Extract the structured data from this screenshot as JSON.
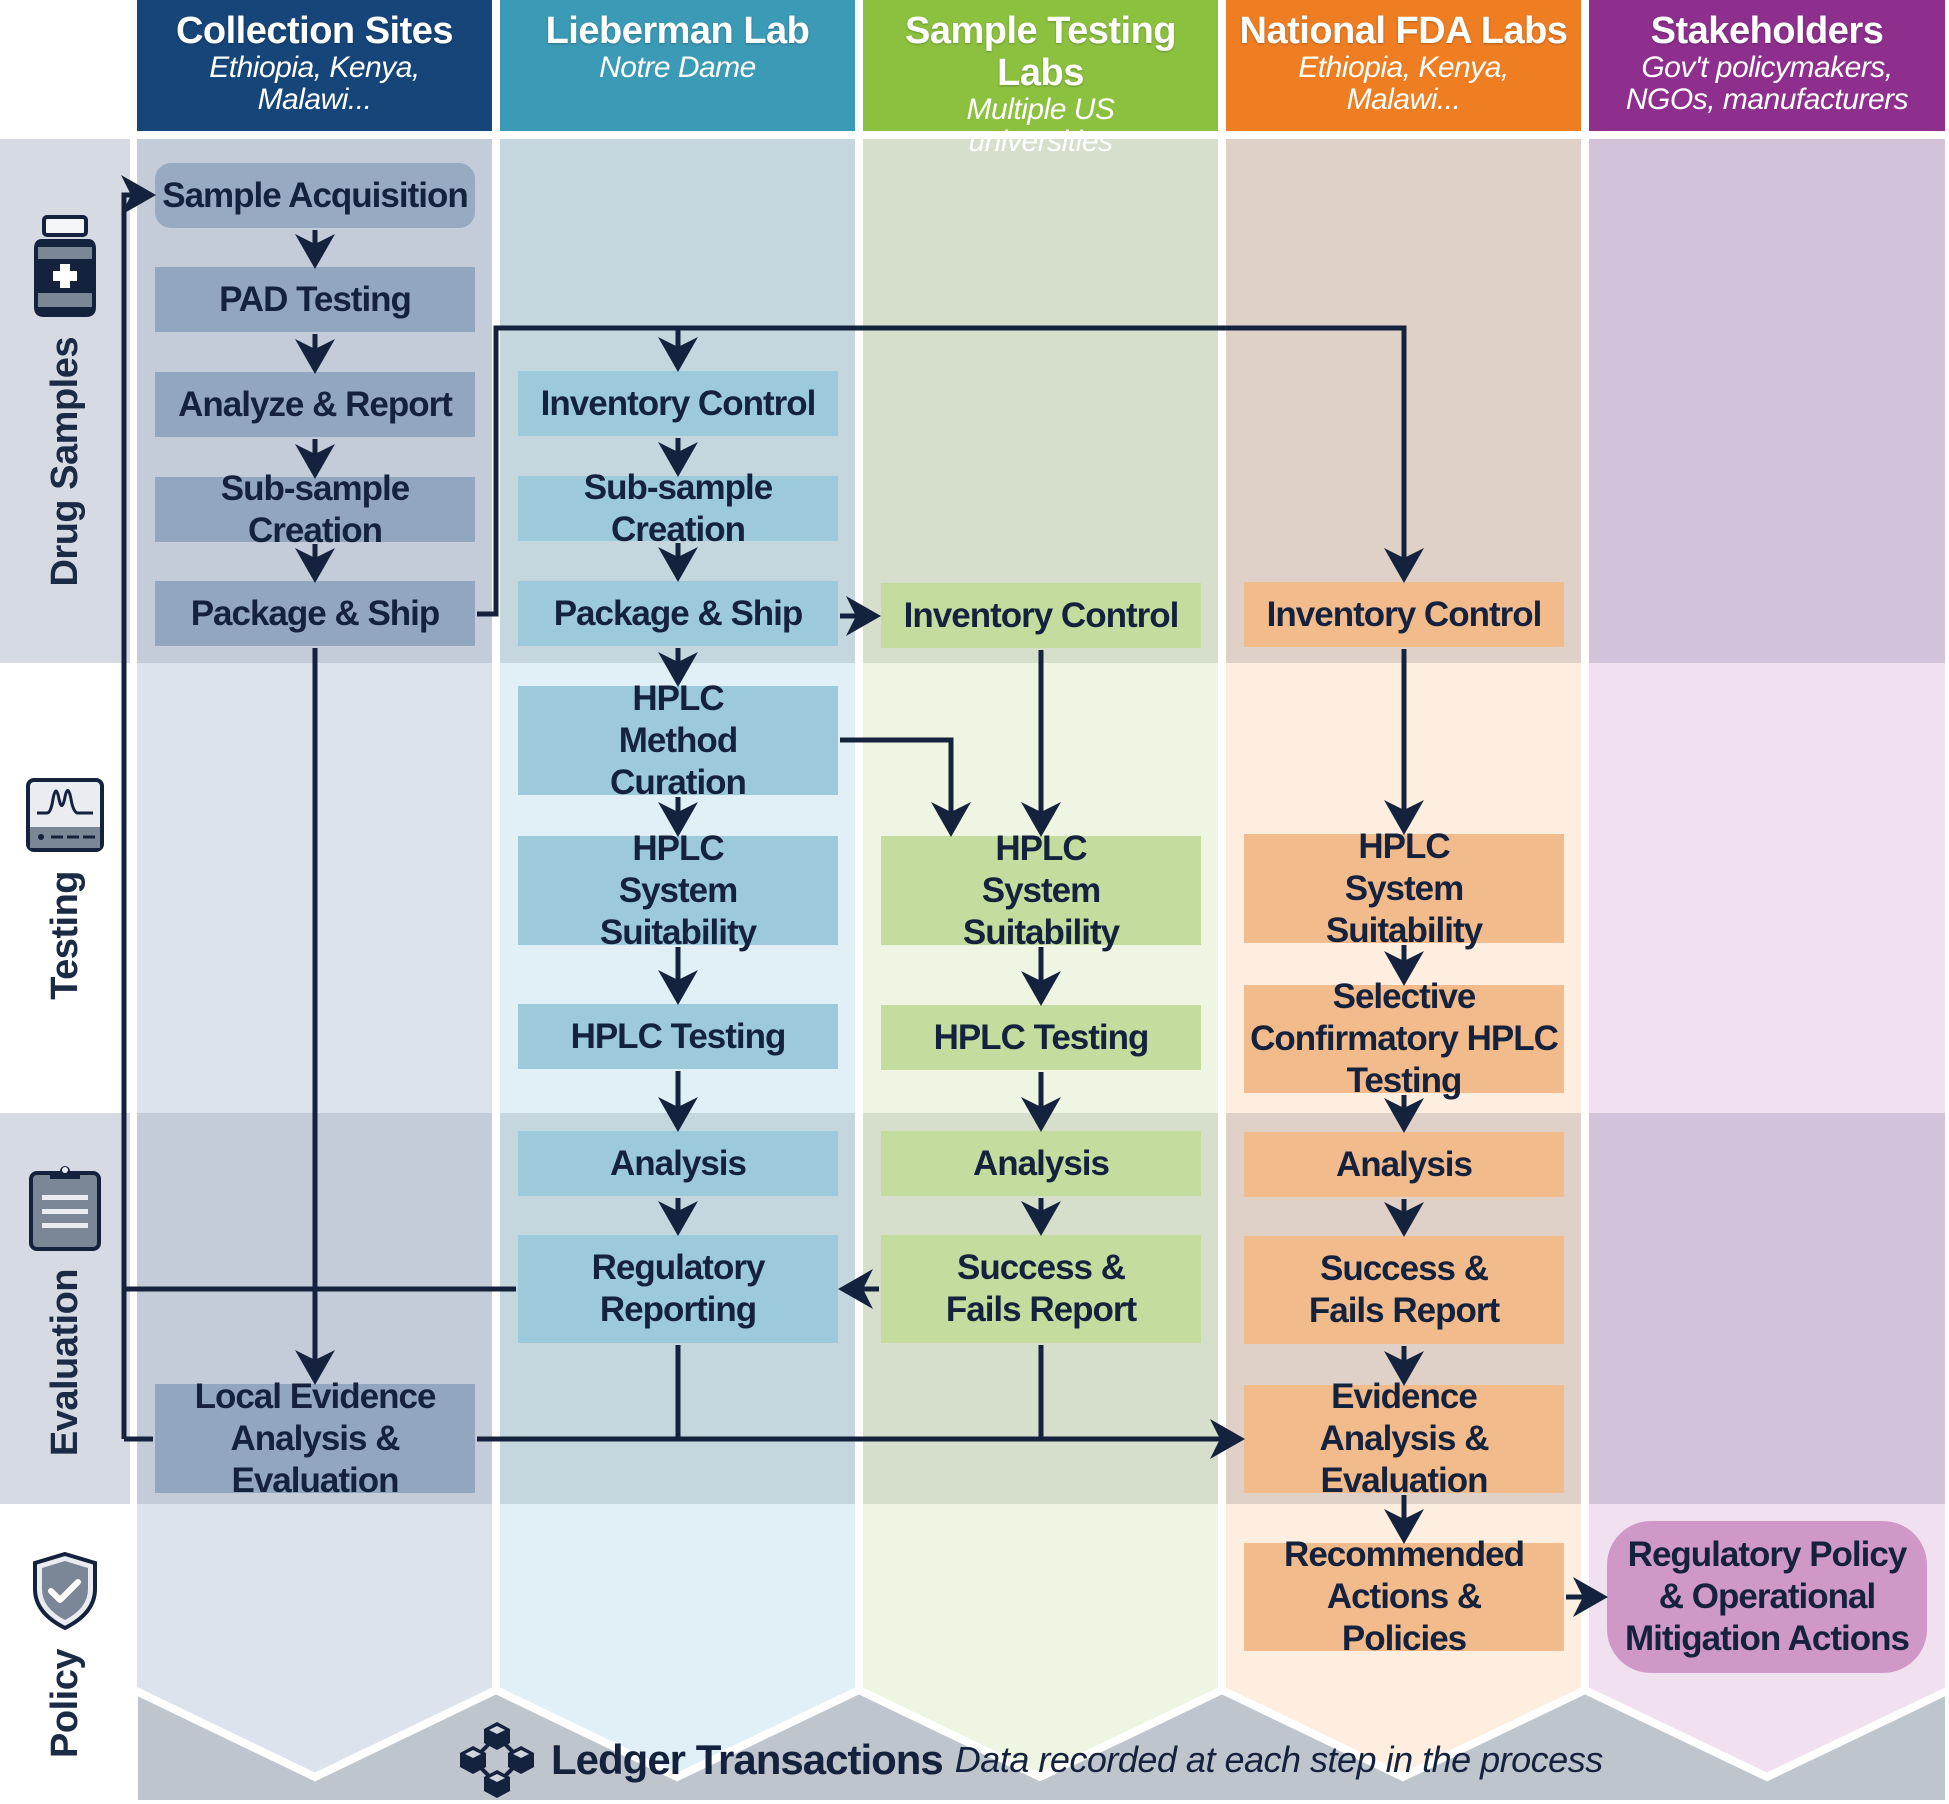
{
  "columns": [
    {
      "id": "cs",
      "title": "Collection Sites",
      "subtitle": "Ethiopia, Kenya, Malawi...",
      "color": "#16457a"
    },
    {
      "id": "ll",
      "title": "Lieberman Lab",
      "subtitle": "Notre Dame",
      "color": "#3b9ab5"
    },
    {
      "id": "stl",
      "title": "Sample Testing Labs",
      "subtitle": "Multiple US universities",
      "color": "#8cc13f"
    },
    {
      "id": "fda",
      "title": "National FDA Labs",
      "subtitle": "Ethiopia, Kenya, Malawi...",
      "color": "#ef7d22"
    },
    {
      "id": "sh",
      "title": "Stakeholders",
      "subtitle": "Gov't policymakers, NGOs, manufacturers",
      "color": "#8e2f8e"
    }
  ],
  "rows": [
    {
      "id": "drug",
      "label": "Drug Samples",
      "icon": "medicine-bottle-icon"
    },
    {
      "id": "test",
      "label": "Testing",
      "icon": "chromatogram-monitor-icon"
    },
    {
      "id": "eval",
      "label": "Evaluation",
      "icon": "clipboard-icon"
    },
    {
      "id": "policy",
      "label": "Policy",
      "icon": "shield-check-icon"
    }
  ],
  "steps": {
    "cs": [
      {
        "id": "cs-acq",
        "label": "Sample Acquisition"
      },
      {
        "id": "cs-pad",
        "label": "PAD Testing"
      },
      {
        "id": "cs-ar",
        "label": "Analyze & Report"
      },
      {
        "id": "cs-sub",
        "label": "Sub-sample Creation"
      },
      {
        "id": "cs-ship",
        "label": "Package & Ship"
      },
      {
        "id": "cs-local",
        "label": "Local Evidence Analysis & Evaluation"
      }
    ],
    "ll": [
      {
        "id": "ll-inv",
        "label": "Inventory Control"
      },
      {
        "id": "ll-sub",
        "label": "Sub-sample Creation"
      },
      {
        "id": "ll-ship",
        "label": "Package & Ship"
      },
      {
        "id": "ll-meth",
        "label": "HPLC Method Curation"
      },
      {
        "id": "ll-sys",
        "label": "HPLC System Suitability"
      },
      {
        "id": "ll-test",
        "label": "HPLC Testing"
      },
      {
        "id": "ll-an",
        "label": "Analysis"
      },
      {
        "id": "ll-reg",
        "label": "Regulatory Reporting"
      }
    ],
    "stl": [
      {
        "id": "stl-inv",
        "label": "Inventory Control"
      },
      {
        "id": "stl-sys",
        "label": "HPLC System Suitability"
      },
      {
        "id": "stl-test",
        "label": "HPLC Testing"
      },
      {
        "id": "stl-an",
        "label": "Analysis"
      },
      {
        "id": "stl-rep",
        "label": "Success & Fails Report"
      }
    ],
    "fda": [
      {
        "id": "fda-inv",
        "label": "Inventory Control"
      },
      {
        "id": "fda-sys",
        "label": "HPLC System Suitability"
      },
      {
        "id": "fda-conf",
        "label": "Selective Confirmatory HPLC Testing"
      },
      {
        "id": "fda-an",
        "label": "Analysis"
      },
      {
        "id": "fda-rep",
        "label": "Success & Fails Report"
      },
      {
        "id": "fda-ev",
        "label": "Evidence Analysis & Evaluation"
      },
      {
        "id": "fda-rec",
        "label": "Recommended Actions & Policies"
      }
    ],
    "sh": [
      {
        "id": "sh-pol",
        "label": "Regulatory Policy & Operational Mitigation Actions"
      }
    ]
  },
  "ledger": {
    "title": "Ledger Transactions",
    "description": "Data recorded at each step in the process",
    "icon": "blockchain-icon"
  },
  "colors": {
    "ink": "#15223d",
    "ledger_band": "#bfc5cd"
  }
}
